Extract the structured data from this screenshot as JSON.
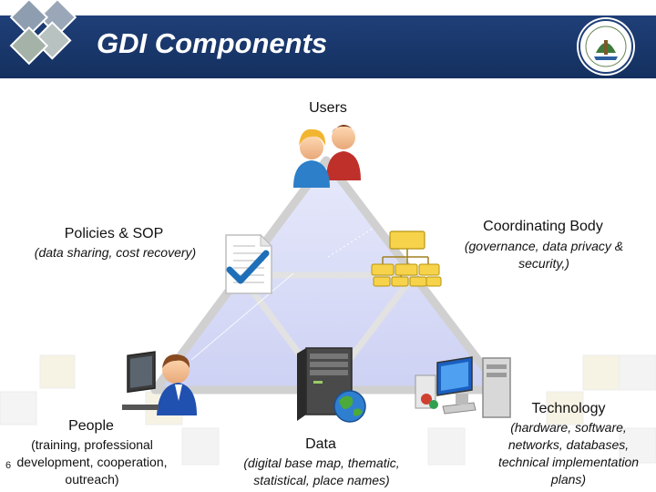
{
  "title": "GDI Components",
  "page_number": "6",
  "nodes": {
    "users": {
      "title": "Users"
    },
    "policies": {
      "title": "Policies & SOP",
      "desc": "(data sharing, cost recovery)"
    },
    "coordinating": {
      "title": "Coordinating Body",
      "desc": "(governance, data privacy & security,)"
    },
    "people": {
      "title": "People",
      "desc": "(training, professional development, cooperation, outreach)"
    },
    "data": {
      "title": "Data",
      "desc": "(digital base map, thematic, statistical, place names)"
    },
    "technology": {
      "title": "Technology",
      "desc": "(hardware, software, networks, databases, technical implementation plans)"
    }
  },
  "colors": {
    "header": "#1a3a70",
    "triangle_fill": "#d9dcf7",
    "triangle_edge": "#cfcfcf"
  },
  "icons": [
    "users-icon",
    "document-check-icon",
    "org-chart-icon",
    "person-computer-icon",
    "server-globe-icon",
    "computer-equipment-icon",
    "university-seal-icon"
  ]
}
